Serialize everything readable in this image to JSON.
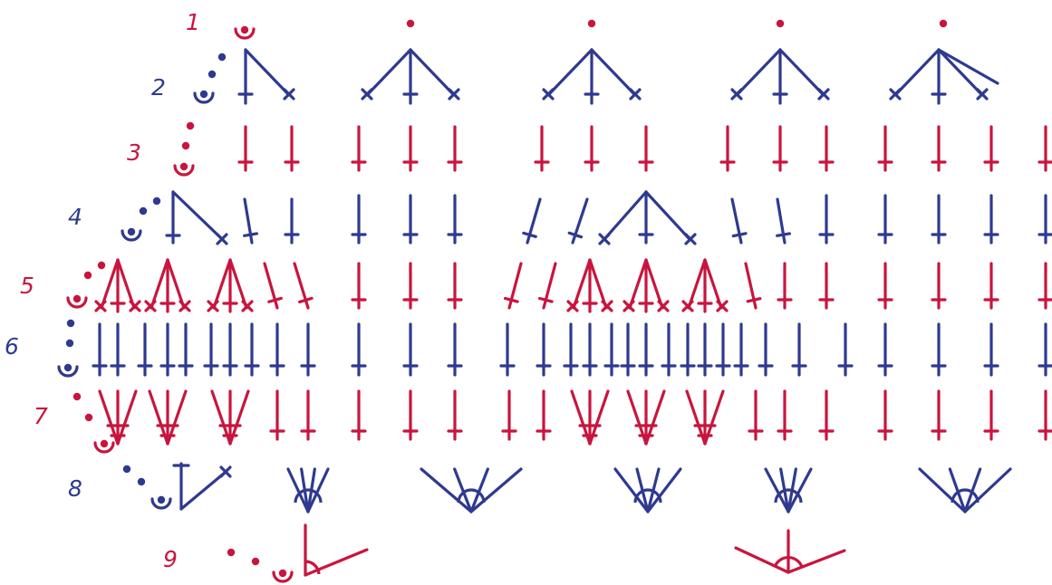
{
  "colors": {
    "red": "#c8153e",
    "blue": "#2e3a8f",
    "background": "#ffffff"
  },
  "rows": [
    {
      "label": "1",
      "color": "red"
    },
    {
      "label": "2",
      "color": "blue"
    },
    {
      "label": "3",
      "color": "red"
    },
    {
      "label": "4",
      "color": "blue"
    },
    {
      "label": "5",
      "color": "red"
    },
    {
      "label": "6",
      "color": "blue"
    },
    {
      "label": "7",
      "color": "red"
    },
    {
      "label": "8",
      "color": "blue"
    },
    {
      "label": "9",
      "color": "red"
    }
  ]
}
